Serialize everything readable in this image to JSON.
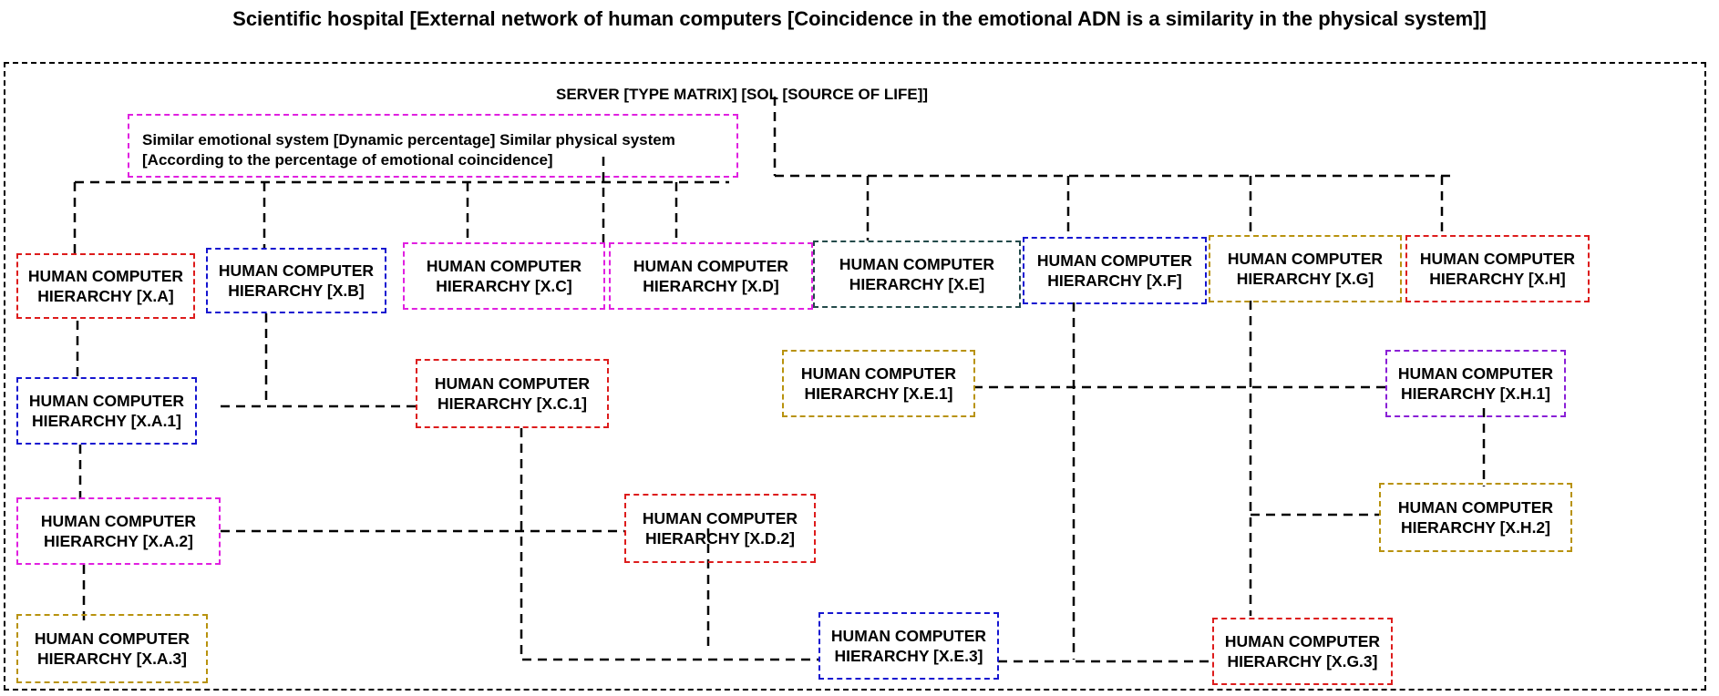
{
  "title": "Scientific hospital [External network of human computers [Coincidence in the emotional ADN is a similarity in the physical system]]",
  "server_label": "SERVER [TYPE MATRIX] [SOL [SOURCE OF LIFE]]",
  "similarity_box": {
    "line1": "Similar emotional system [Dynamic percentage] Similar physical system",
    "line2": "[According to the percentage of emotional coincidence]"
  },
  "node_label": "HUMAN COMPUTER",
  "nodes": {
    "xa": {
      "sub": "HIERARCHY [X.A]",
      "color": "#dd1c1c"
    },
    "xb": {
      "sub": "HIERARCHY [X.B]",
      "color": "#1515d0"
    },
    "xc": {
      "sub": "HIERARCHY [X.C]",
      "color": "#e020e0"
    },
    "xd": {
      "sub": "HIERARCHY [X.D]",
      "color": "#e020e0"
    },
    "xe": {
      "sub": "HIERARCHY [X.E]",
      "color": "#234a4a"
    },
    "xf": {
      "sub": "HIERARCHY [X.F]",
      "color": "#1515d0"
    },
    "xg": {
      "sub": "HIERARCHY [X.G]",
      "color": "#b8920e"
    },
    "xh": {
      "sub": "HIERARCHY [X.H]",
      "color": "#dd1c1c"
    },
    "xa1": {
      "sub": "HIERARCHY [X.A.1]",
      "color": "#1515d0"
    },
    "xa2": {
      "sub": "HIERARCHY [X.A.2]",
      "color": "#e020e0"
    },
    "xa3": {
      "sub": "HIERARCHY [X.A.3]",
      "color": "#b8920e"
    },
    "xc1": {
      "sub": "HIERARCHY [X.C.1]",
      "color": "#dd1c1c"
    },
    "xd2": {
      "sub": "HIERARCHY [X.D.2]",
      "color": "#dd1c1c"
    },
    "xe1": {
      "sub": "HIERARCHY [X.E.1]",
      "color": "#b8920e"
    },
    "xe3": {
      "sub": "HIERARCHY [X.E.3]",
      "color": "#1515d0"
    },
    "xg3": {
      "sub": "HIERARCHY [X.G.3]",
      "color": "#dd1c1c"
    },
    "xh1": {
      "sub": "HIERARCHY [X.H.1]",
      "color": "#8a1fd6"
    },
    "xh2": {
      "sub": "HIERARCHY [X.H.2]",
      "color": "#b8920e"
    }
  }
}
